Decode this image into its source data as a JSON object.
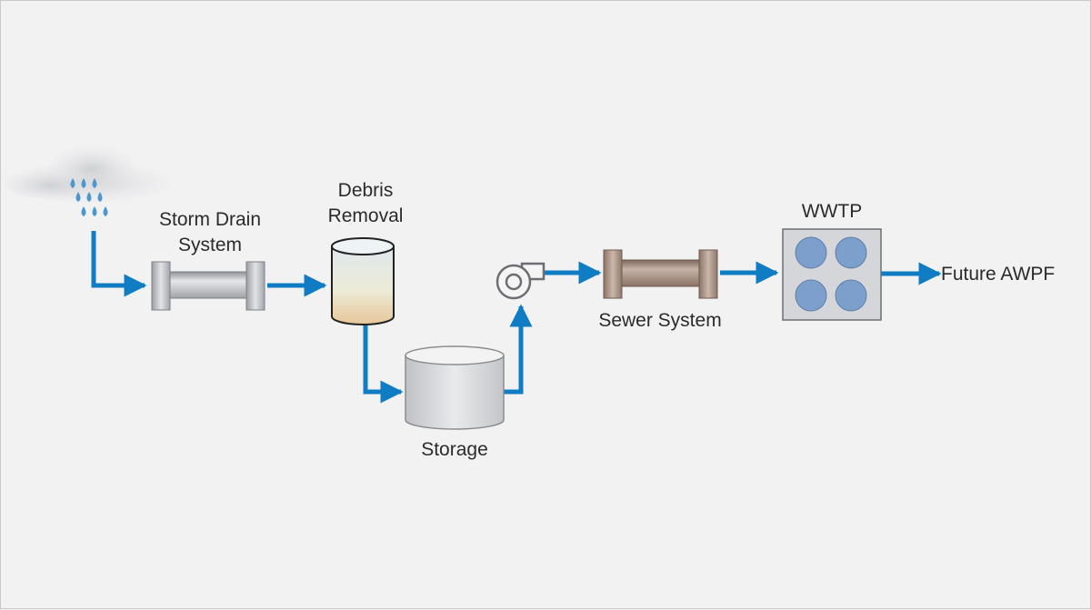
{
  "labels": {
    "storm_drain_line1": "Storm Drain",
    "storm_drain_line2": "System",
    "debris_line1": "Debris",
    "debris_line2": "Removal",
    "storage": "Storage",
    "sewer_system": "Sewer System",
    "wwtp": "WWTP",
    "future_awpf": "Future AWPF"
  },
  "colors": {
    "flow_arrow": "#0f7cc4",
    "background": "#f2f2f3",
    "storm_pipe": "#b9bcc1",
    "sewer_pipe": "#a88f82",
    "wwtp_box": "#d5d6da",
    "wwtp_basins": "#7c9fcc",
    "raindrops": "#4d97cc"
  },
  "icons": [
    "rain-cloud-icon",
    "storm-drain-pipe-icon",
    "debris-tank-icon",
    "storage-tank-icon",
    "pump-icon",
    "sewer-pipe-icon",
    "wwtp-icon"
  ]
}
